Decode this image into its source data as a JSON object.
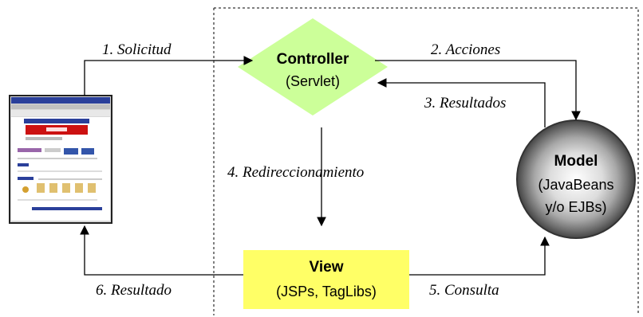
{
  "colors": {
    "controller_fill": "#ccff99",
    "view_fill": "#ffff66",
    "model_outer": "#555555",
    "model_inner": "#f2f2f2",
    "line": "#000000",
    "browser_blue": "#2a3f9a",
    "browser_red": "#cc1111"
  },
  "nodes": {
    "controller": {
      "title": "Controller",
      "subtitle": "(Servlet)"
    },
    "view": {
      "title": "View",
      "subtitle": "(JSPs, TagLibs)"
    },
    "model": {
      "title": "Model",
      "subtitle_line1": "(JavaBeans",
      "subtitle_line2": "y/o EJBs)"
    },
    "browser": {
      "icon": "browser-window-icon"
    }
  },
  "edges": {
    "e1": "1. Solicitud",
    "e2": "2. Acciones",
    "e3": "3. Resultados",
    "e4": "4. Redireccionamiento",
    "e5": "5. Consulta",
    "e6": "6. Resultado"
  }
}
